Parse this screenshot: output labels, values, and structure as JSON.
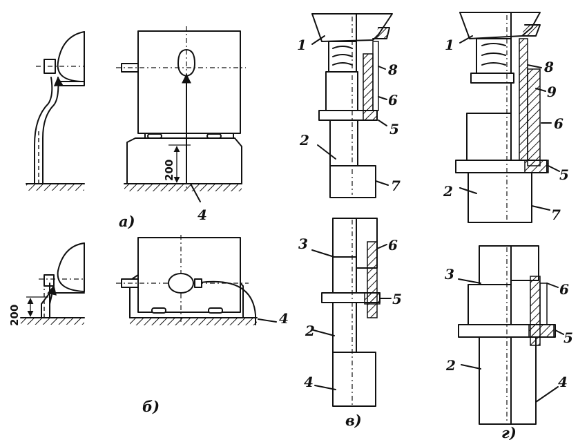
{
  "captions": {
    "a": "а)",
    "b": "б)",
    "v": "в)",
    "g": "г)"
  },
  "dimensions": {
    "a": "200",
    "b": "200"
  },
  "part_labels": {
    "a_4": "4",
    "b_4": "4",
    "v1_1": "1",
    "v1_8": "8",
    "v1_6": "6",
    "v1_5": "5",
    "v1_2": "2",
    "v1_7": "7",
    "g1_1": "1",
    "g1_8": "8",
    "g1_9": "9",
    "g1_6": "6",
    "g1_5": "5",
    "g1_2": "2",
    "g1_7": "7",
    "v2_3": "3",
    "v2_6": "6",
    "v2_5": "5",
    "v2_2": "2",
    "v2_4": "4",
    "g2_3": "3",
    "g2_6": "6",
    "g2_5": "5",
    "g2_2": "2",
    "g2_4": "4"
  }
}
